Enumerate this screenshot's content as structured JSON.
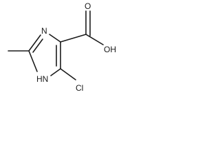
{
  "molecule": {
    "atoms": {
      "ring_n": "N",
      "ring_nh": "HN",
      "carboxyl_oh": "OH",
      "carboxyl_o": "O",
      "chloro": "Cl"
    }
  }
}
